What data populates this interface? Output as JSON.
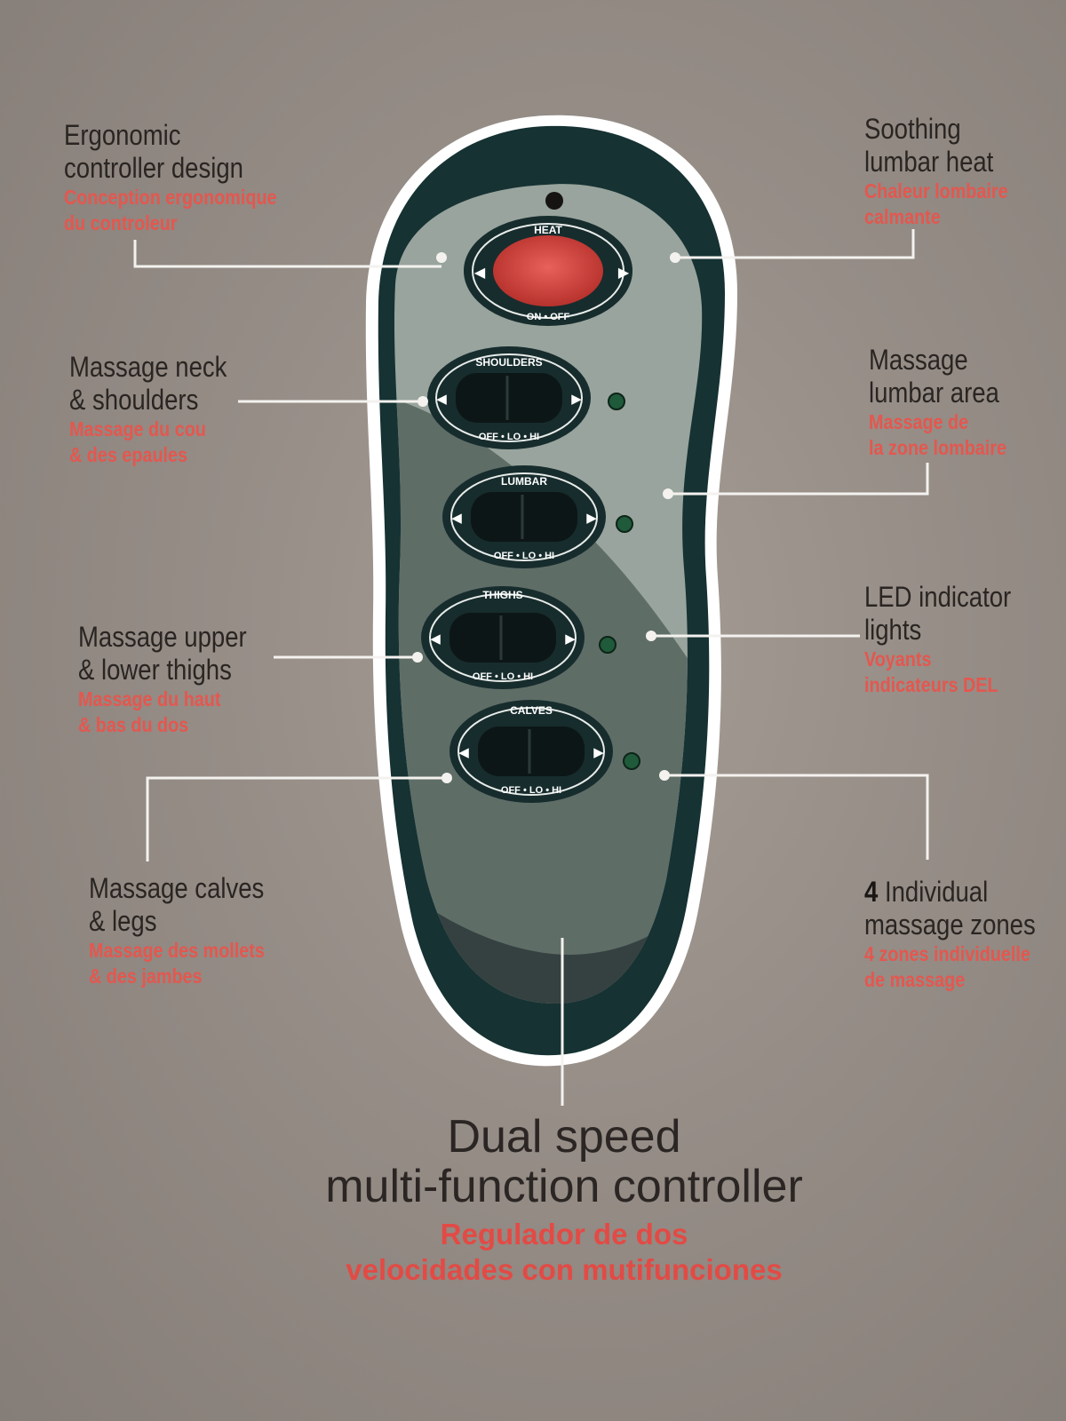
{
  "callouts": {
    "ergonomic": {
      "en": [
        "Ergonomic",
        "controller  design"
      ],
      "fr": [
        "Conception ergonomique",
        "du controleur"
      ]
    },
    "heat": {
      "en": [
        "Soothing",
        "lumbar heat"
      ],
      "fr": [
        "Chaleur lombaire",
        "calmante"
      ]
    },
    "neck": {
      "en": [
        "Massage neck",
        "& shoulders"
      ],
      "fr": [
        "Massage du cou",
        "& des epaules"
      ]
    },
    "lumbar": {
      "en": [
        "Massage",
        "lumbar area"
      ],
      "fr": [
        "Massage de",
        "la zone lombaire"
      ]
    },
    "thighs": {
      "en": [
        "Massage upper",
        "& lower thighs"
      ],
      "fr": [
        "Massage du haut",
        "& bas du dos"
      ]
    },
    "led": {
      "en": [
        "LED indicator",
        "lights"
      ],
      "fr": [
        "Voyants",
        "indicateurs DEL"
      ]
    },
    "calves": {
      "en": [
        "Massage calves",
        "& legs"
      ],
      "fr": [
        "Massage des mollets",
        "& des jambes"
      ]
    },
    "zones": {
      "en_num": "4",
      "en_rest": " Individual",
      "en_line2": "massage zones",
      "fr_num": "4",
      "fr_rest": " zones individuelle",
      "fr_line2": "de massage"
    }
  },
  "controller": {
    "heat": {
      "label": "HEAT",
      "sub": "ON • OFF"
    },
    "zones": [
      {
        "label": "SHOULDERS",
        "sub": "OFF • LO • HI"
      },
      {
        "label": "LUMBAR",
        "sub": "OFF • LO • HI"
      },
      {
        "label": "THIGHS",
        "sub": "OFF • LO • HI"
      },
      {
        "label": "CALVES",
        "sub": "OFF • LO • HI"
      }
    ],
    "arrow_left": "◀",
    "arrow_right": "▶"
  },
  "title": {
    "line1": "Dual  speed",
    "line2": "multi-function controller",
    "sub1": "Regulador de dos",
    "sub2": "velocidades con mutifunciones"
  },
  "colors": {
    "heat_button": "#d9433d",
    "led": "#1f5a3a",
    "callout_red": "#e4574f"
  }
}
